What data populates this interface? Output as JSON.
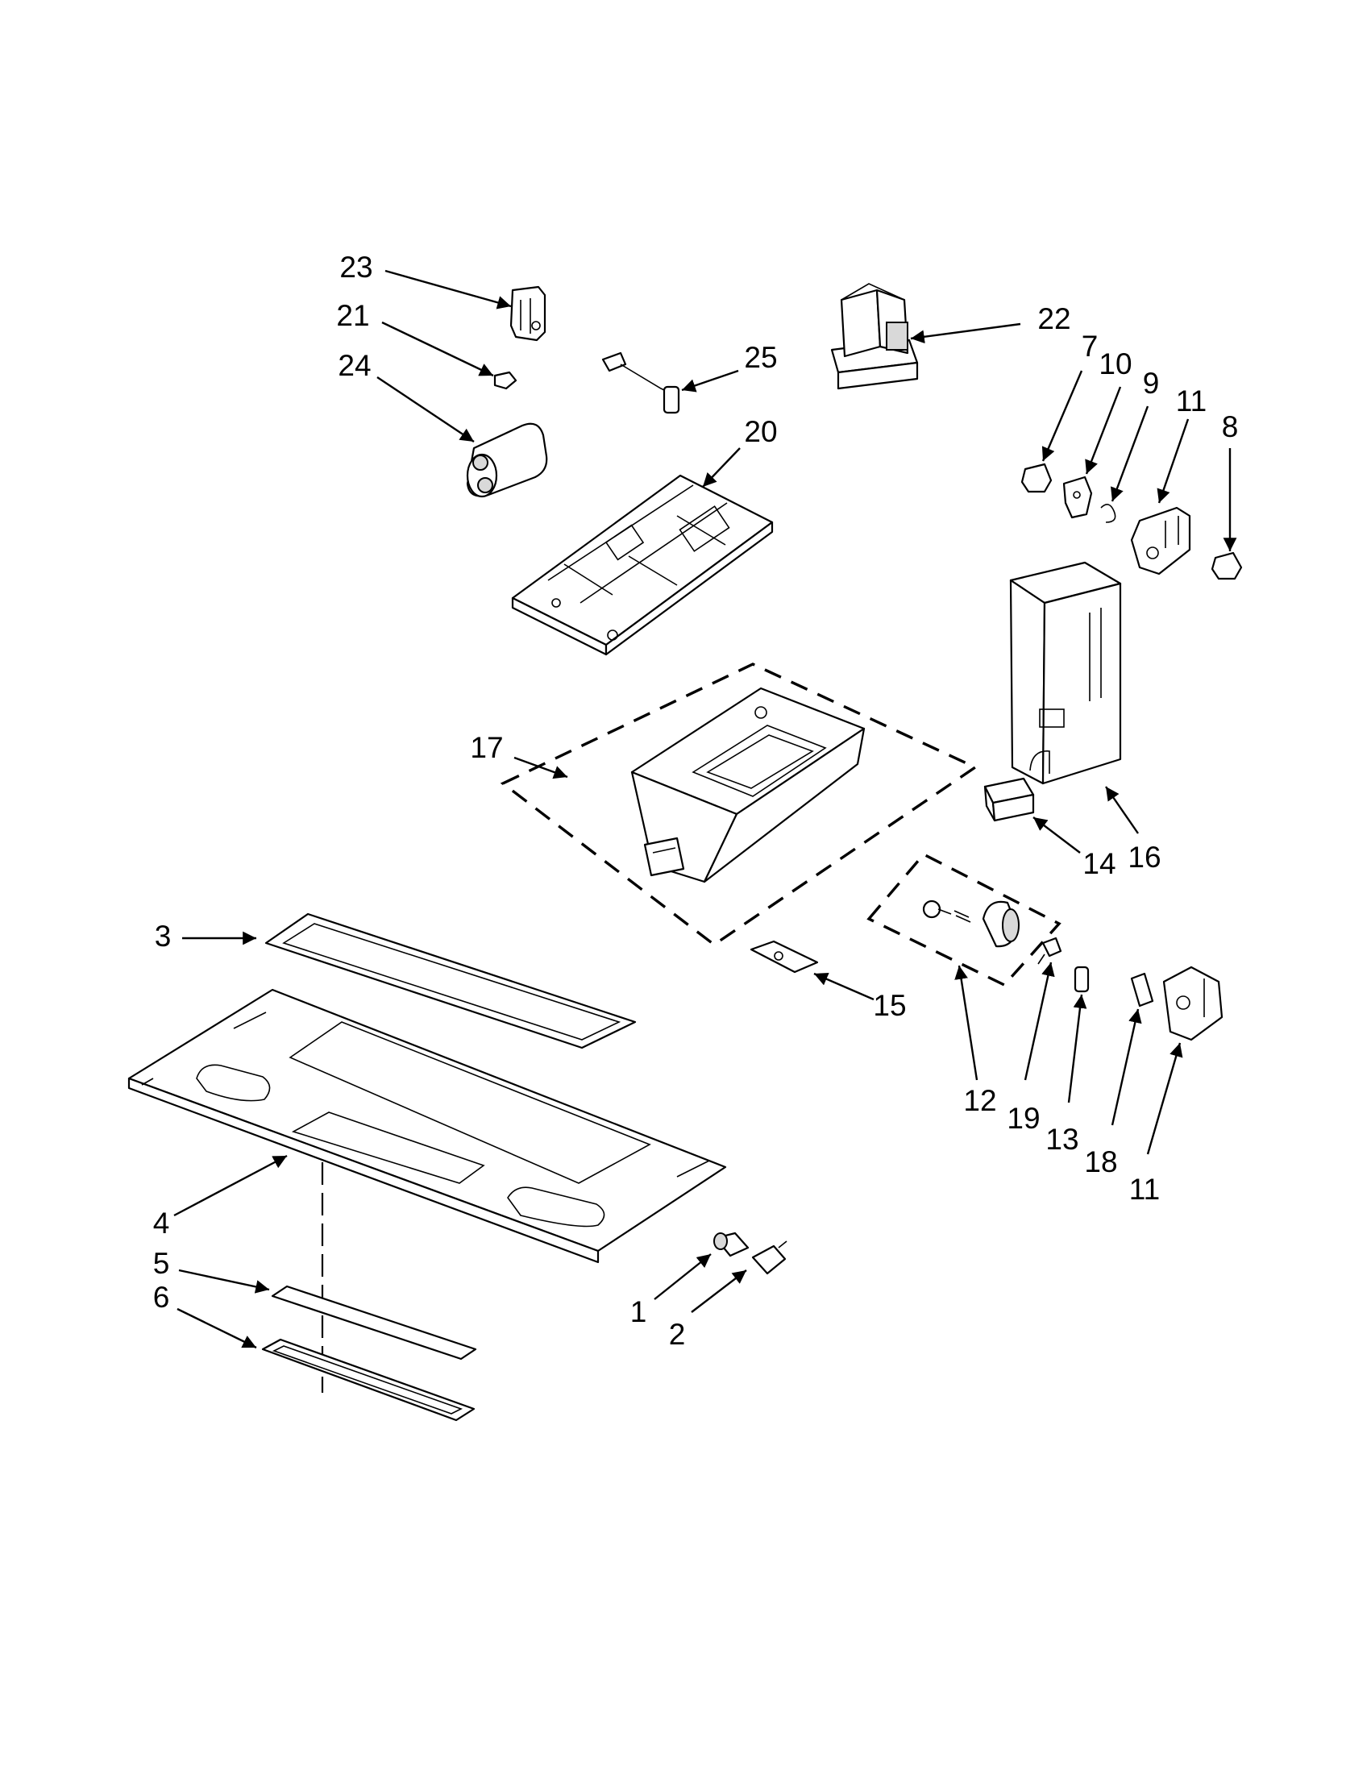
{
  "callouts": [
    {
      "id": "c23",
      "label": "23"
    },
    {
      "id": "c21",
      "label": "21"
    },
    {
      "id": "c24",
      "label": "24"
    },
    {
      "id": "c25",
      "label": "25"
    },
    {
      "id": "c22",
      "label": "22"
    },
    {
      "id": "c20",
      "label": "20"
    },
    {
      "id": "c7",
      "label": "7"
    },
    {
      "id": "c10",
      "label": "10"
    },
    {
      "id": "c9",
      "label": "9"
    },
    {
      "id": "c11a",
      "label": "11"
    },
    {
      "id": "c8",
      "label": "8"
    },
    {
      "id": "c17",
      "label": "17"
    },
    {
      "id": "c16",
      "label": "16"
    },
    {
      "id": "c14",
      "label": "14"
    },
    {
      "id": "c3",
      "label": "3"
    },
    {
      "id": "c15",
      "label": "15"
    },
    {
      "id": "c12",
      "label": "12"
    },
    {
      "id": "c19",
      "label": "19"
    },
    {
      "id": "c13",
      "label": "13"
    },
    {
      "id": "c18",
      "label": "18"
    },
    {
      "id": "c11b",
      "label": "11"
    },
    {
      "id": "c4",
      "label": "4"
    },
    {
      "id": "c5",
      "label": "5"
    },
    {
      "id": "c6",
      "label": "6"
    },
    {
      "id": "c1",
      "label": "1"
    },
    {
      "id": "c2",
      "label": "2"
    }
  ],
  "colors": {
    "ink": "#000000",
    "paper": "#ffffff",
    "shade": "#d9d9d9"
  }
}
